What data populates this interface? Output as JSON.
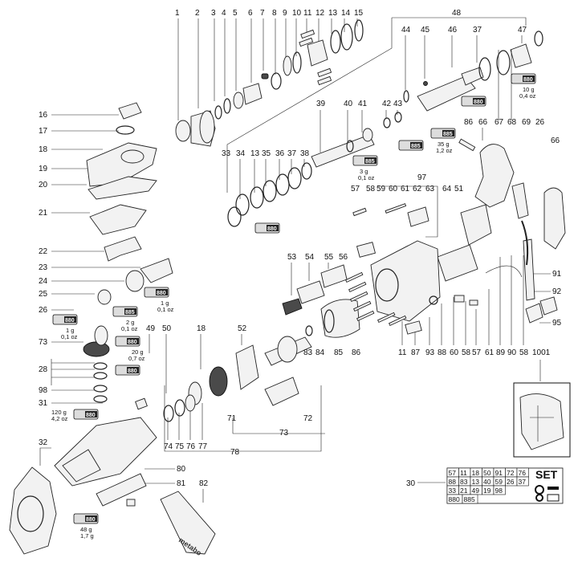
{
  "callouts": {
    "top_row": [
      "1",
      "2",
      "3",
      "4",
      "5",
      "6",
      "7",
      "8",
      "9",
      "10",
      "11",
      "12",
      "13",
      "14",
      "15"
    ],
    "c48": "48",
    "c44": "44",
    "c45": "45",
    "c46": "46",
    "c37a": "37",
    "c47": "47",
    "c16": "16",
    "c17": "17",
    "c18a": "18",
    "c19": "19",
    "c20": "20",
    "c21": "21",
    "c22": "22",
    "c23": "23",
    "c24": "24",
    "c25": "25",
    "c26a": "26",
    "c73a": "73",
    "c28": "28",
    "c98": "98",
    "c31": "31",
    "c32": "32",
    "c39": "39",
    "c40": "40",
    "c41": "41",
    "c42": "42",
    "c43": "43",
    "c86a": "86",
    "c66a": "66",
    "c67": "67",
    "c68": "68",
    "c69": "69",
    "c26b": "26",
    "c66b": "66",
    "mid_row": [
      "33",
      "34",
      "13",
      "35",
      "36",
      "37",
      "38"
    ],
    "c97": "97",
    "c57a": "57",
    "c58a": "58",
    "c59": "59",
    "c60a": "60",
    "c61a": "61",
    "c62": "62",
    "c63": "63",
    "c64": "64",
    "c51": "51",
    "c53": "53",
    "c54": "54",
    "c55": "55",
    "c56": "56",
    "c91": "91",
    "c92": "92",
    "c95": "95",
    "c49": "49",
    "c50": "50",
    "c18b": "18",
    "c52": "52",
    "c83": "83",
    "c84": "84",
    "c85": "85",
    "c86b": "86",
    "low_row": [
      "11",
      "87",
      "93",
      "88",
      "60",
      "58",
      "57",
      "61",
      "89",
      "90",
      "58"
    ],
    "c1001": "1001",
    "c71": "71",
    "c72": "72",
    "c73b": "73",
    "c74": "74",
    "c75": "75",
    "c76": "76",
    "c77": "77",
    "c78": "78",
    "c80": "80",
    "c81": "81",
    "c82": "82",
    "c30": "30"
  },
  "grease_tubes": [
    {
      "label": "880",
      "note": "10 g / 0,4 oz"
    },
    {
      "label": "885",
      "note": ""
    },
    {
      "label": "880",
      "note": ""
    },
    {
      "label": "885",
      "note": "35 g / 1,2 oz"
    },
    {
      "label": "885",
      "note": ""
    },
    {
      "label": "880",
      "note": ""
    },
    {
      "label": "885",
      "note": "3 g / 0,1 oz"
    },
    {
      "label": "880",
      "note": ""
    },
    {
      "label": "880",
      "note": "1 g / 0,1 oz"
    },
    {
      "label": "885",
      "note": "2 g / 0,1 oz"
    },
    {
      "label": "880",
      "note": "1 g / 0,1 oz"
    },
    {
      "label": "880",
      "note": "20 g / 0,7 oz"
    },
    {
      "label": "880",
      "note": ""
    },
    {
      "label": "880",
      "note": "120 g / 4,2 oz"
    },
    {
      "label": "880",
      "note": "48 g / 1,7 g"
    }
  ],
  "grease_notes": {
    "g47a": "10 g",
    "g47b": "0,4 oz",
    "g46a": "35 g",
    "g46b": "1,2 oz",
    "g39a": "3 g",
    "g39b": "0,1 oz",
    "g25a": "1 g",
    "g25b": "0,1 oz",
    "g26a": "2 g",
    "g26b": "0,1 oz",
    "g26c": "1 g",
    "g26d": "0,1 oz",
    "g49a": "20 g",
    "g49b": "0,7 oz",
    "g31a": "120 g",
    "g31b": "4,2 oz",
    "g32a": "48 g",
    "g32b": "1,7 g"
  },
  "tube_labels": {
    "t1": "880",
    "t2": "885",
    "t3": "880",
    "t4": "885",
    "t5": "885",
    "t6": "880",
    "t7": "885",
    "t8": "880",
    "t9": "880",
    "t10": "885",
    "t11": "880",
    "t12": "880",
    "t13": "880",
    "t14": "880",
    "t15": "880"
  },
  "set_table": {
    "title": "SET",
    "rows": [
      [
        "57",
        "11",
        "18",
        "50",
        "91",
        "72",
        "76"
      ],
      [
        "88",
        "83",
        "13",
        "40",
        "59",
        "26",
        "37"
      ],
      [
        "33",
        "21",
        "49",
        "19",
        "98"
      ],
      [
        "880",
        "885"
      ]
    ]
  },
  "handle_brand": "metabo"
}
